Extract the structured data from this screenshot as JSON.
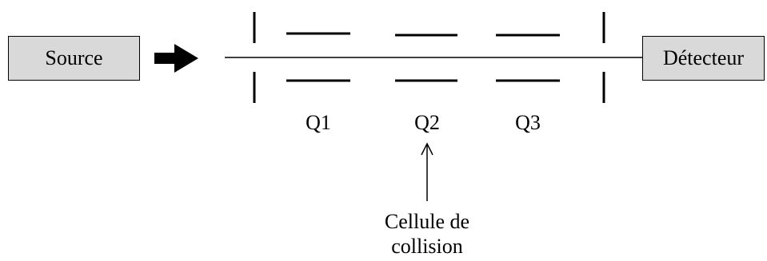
{
  "source_label": "Source",
  "detector_label": "Détecteur",
  "quadrupoles": [
    "Q1",
    "Q2",
    "Q3"
  ],
  "collision_cell_label_line1": "Cellule de",
  "collision_cell_label_line2": "collision",
  "colors": {
    "box_fill": "#d9d9d9",
    "stroke": "#000000",
    "background": "#ffffff"
  }
}
